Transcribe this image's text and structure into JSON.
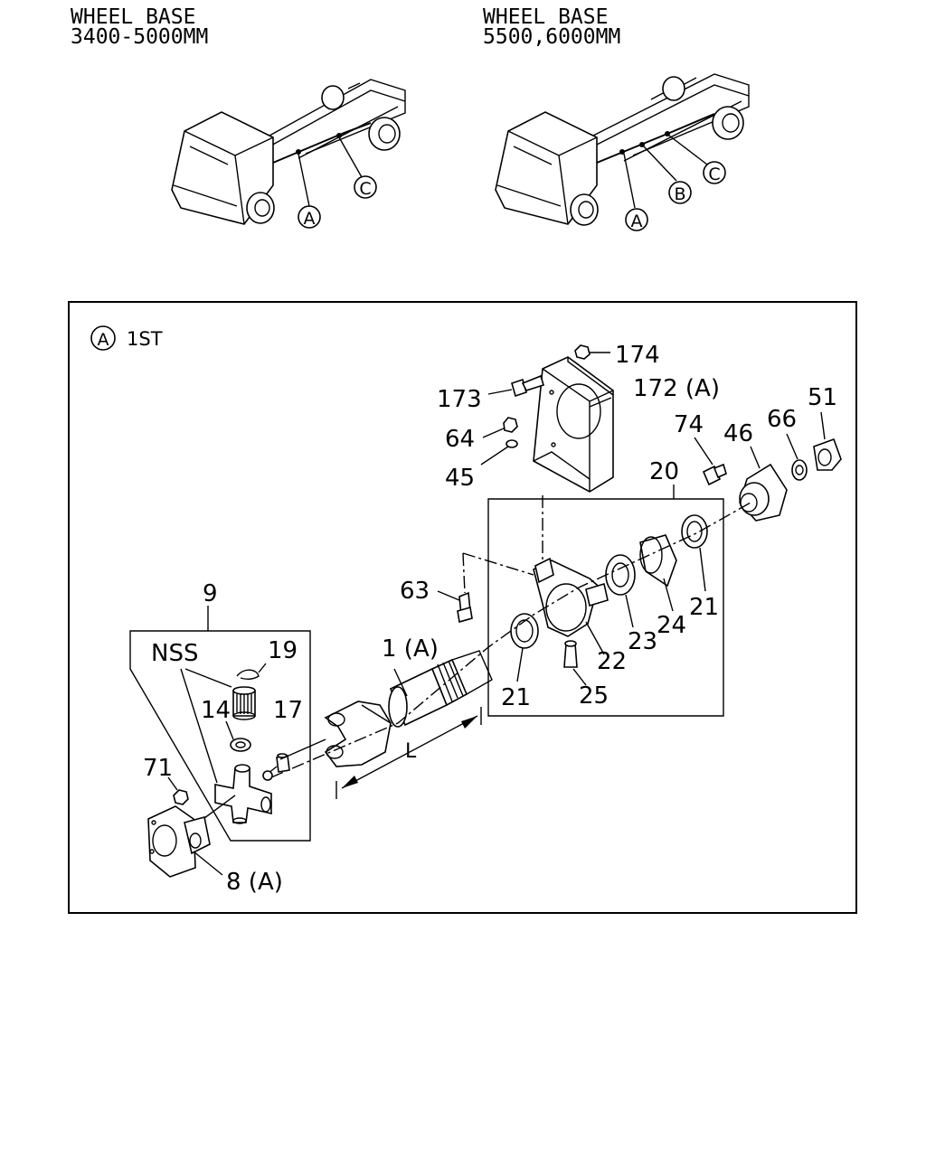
{
  "header": {
    "left_title_line1": "WHEEL BASE",
    "left_title_line2": "3400-5000MM",
    "right_title_line1": "WHEEL BASE",
    "right_title_line2": "5500,6000MM"
  },
  "trucks": {
    "left_markers": [
      "A",
      "C"
    ],
    "right_markers": [
      "A",
      "B",
      "C"
    ]
  },
  "detail": {
    "section_marker": "A",
    "section_label": "1ST",
    "nss_label": "NSS",
    "dimension_label": "L",
    "callouts": {
      "p174": "174",
      "p173": "173",
      "p172": "172 (A)",
      "p64": "64",
      "p45": "45",
      "p74": "74",
      "p46": "46",
      "p66": "66",
      "p51": "51",
      "p20": "20",
      "p63": "63",
      "p9": "9",
      "p1": "1 (A)",
      "p19": "19",
      "p14": "14",
      "p17": "17",
      "p21a": "21",
      "p21b": "21",
      "p22": "22",
      "p23": "23",
      "p24": "24",
      "p25": "25",
      "p71": "71",
      "p8": "8 (A)"
    }
  }
}
